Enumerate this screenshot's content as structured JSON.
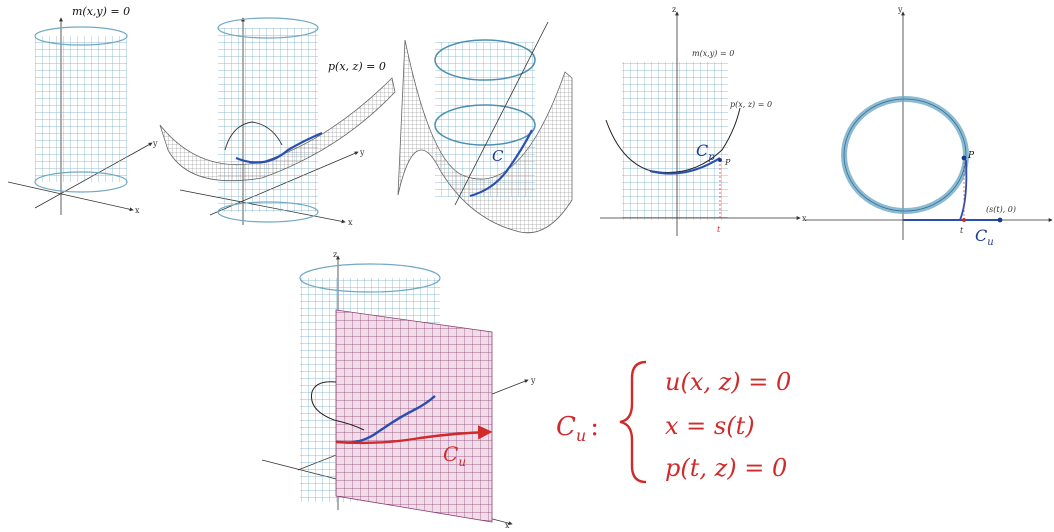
{
  "labels": {
    "m_eq": "m(x,y) = 0",
    "p_eq": "p(x, z) = 0",
    "C": "C",
    "m_eq_small": "m(x,y) = 0",
    "p_eq_small": "p(x, z) = 0",
    "C_p": "C",
    "C_p_sub": "p",
    "P_small": "P",
    "t_small": "t",
    "P": "P",
    "st0": "(s(t), 0)",
    "t": "t",
    "C_u": "C",
    "C_u_sub": "u",
    "C_u_big": "C",
    "C_u_big_sub": "u",
    "x": "x",
    "y": "y",
    "z": "z"
  },
  "system": {
    "lhs": "C",
    "lhs_sub": "u",
    "colon": ":",
    "eq1": "u(x, z) = 0",
    "eq2": "x = s(t)",
    "eq3": "p(t, z) = 0"
  },
  "colors": {
    "cylinder": "#6fa9c4",
    "surface": "#777777",
    "curve": "#2b4fb0",
    "plane": "#9b5c86",
    "red": "#d02a2a"
  }
}
